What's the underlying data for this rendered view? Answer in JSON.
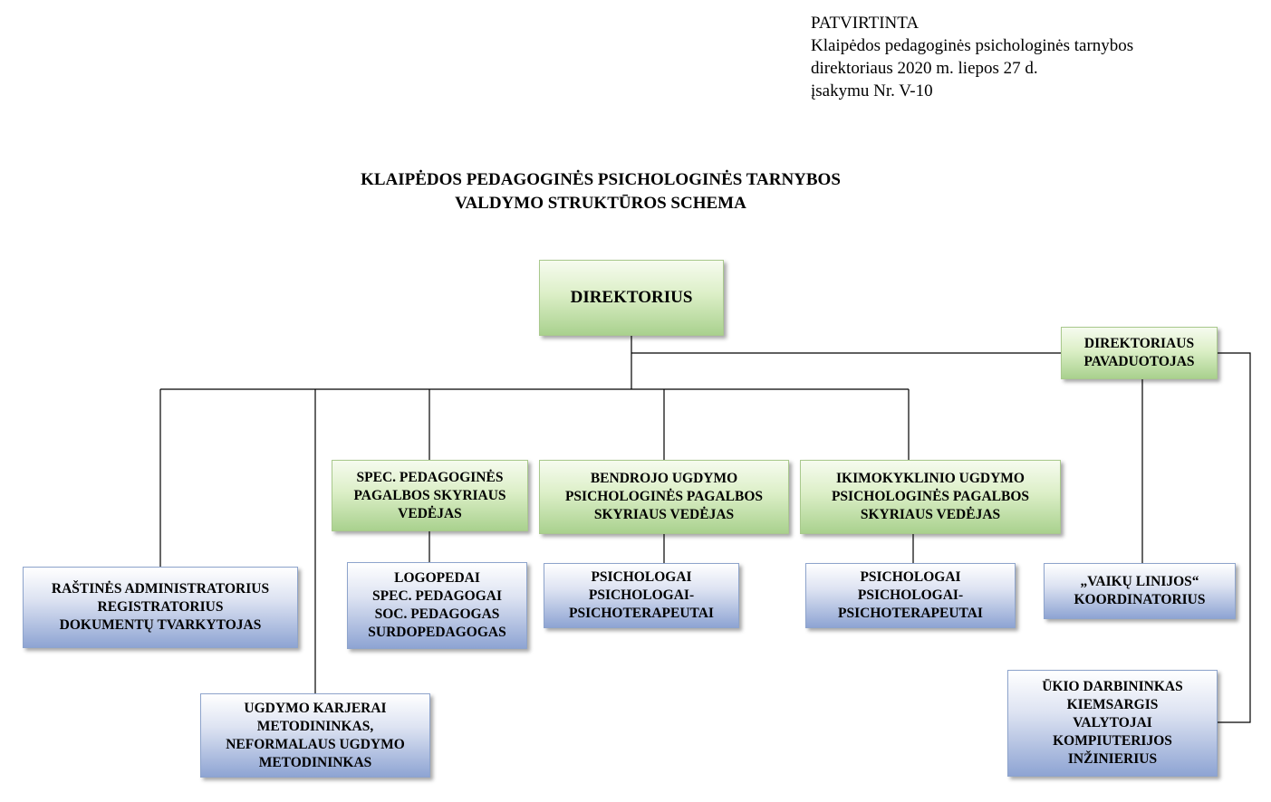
{
  "approval": {
    "line1": "PATVIRTINTA",
    "line2": "Klaipėdos pedagoginės psichologinės tarnybos",
    "line3": "direktoriaus 2020 m. liepos 27 d.",
    "line4": "įsakymu Nr. V-10"
  },
  "title": {
    "line1": "KLAIPĖDOS PEDAGOGINĖS PSICHOLOGINĖS TARNYBOS",
    "line2": "VALDYMO  STRUKTŪROS SCHEMA"
  },
  "boxes": {
    "director": {
      "lines": [
        "DIREKTORIUS"
      ]
    },
    "deputy": {
      "lines": [
        "DIREKTORIAUS",
        "PAVADUOTOJAS"
      ]
    },
    "spec_head": {
      "lines": [
        "SPEC. PEDAGOGINĖS",
        "PAGALBOS SKYRIAUS",
        "VEDĖJAS"
      ]
    },
    "general_head": {
      "lines": [
        "BENDROJO UGDYMO",
        "PSICHOLOGINĖS PAGALBOS",
        "SKYRIAUS VEDĖJAS"
      ]
    },
    "preschool_head": {
      "lines": [
        "IKIMOKYKLINIO UGDYMO",
        "PSICHOLOGINĖS PAGALBOS",
        "SKYRIAUS VEDĖJAS"
      ]
    },
    "admin": {
      "lines": [
        "RAŠTINĖS ADMINISTRATORIUS",
        "REGISTRATORIUS",
        "DOKUMENTŲ  TVARKYTOJAS"
      ]
    },
    "career": {
      "lines": [
        "UGDYMO KARJERAI",
        "METODININKAS,",
        "NEFORMALAUS UGDYMO",
        "METODININKAS"
      ]
    },
    "speech": {
      "lines": [
        "LOGOPEDAI",
        "SPEC. PEDAGOGAI",
        "SOC. PEDAGOGAS",
        "SURDOPEDAGOGAS"
      ]
    },
    "psych_general": {
      "lines": [
        "PSICHOLOGAI",
        "PSICHOLOGAI-",
        "PSICHOTERAPEUTAI"
      ]
    },
    "psych_preschool": {
      "lines": [
        "PSICHOLOGAI",
        "PSICHOLOGAI-",
        "PSICHOTERAPEUTAI"
      ]
    },
    "children_line": {
      "lines": [
        "„VAIKŲ LINIJOS“",
        "KOORDINATORIUS"
      ]
    },
    "maintenance": {
      "lines": [
        "ŪKIO DARBININKAS",
        "KIEMSARGIS",
        "VALYTOJAI",
        "KOMPIUTERIJOS",
        "INŽINIERIUS"
      ]
    }
  }
}
